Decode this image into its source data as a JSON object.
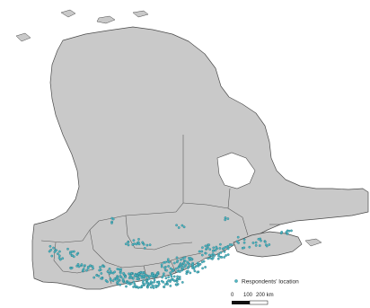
{
  "map": {
    "legend": {
      "label": "Respondents' location",
      "marker_color": "#4fb7c4"
    },
    "scale": {
      "labels": [
        "0",
        "100",
        "200 km"
      ]
    },
    "colors": {
      "land": "#c9c9c9",
      "boundaries": "#4a4a4a",
      "respondents": "#4fb7c4",
      "background": "#ffffff"
    }
  }
}
